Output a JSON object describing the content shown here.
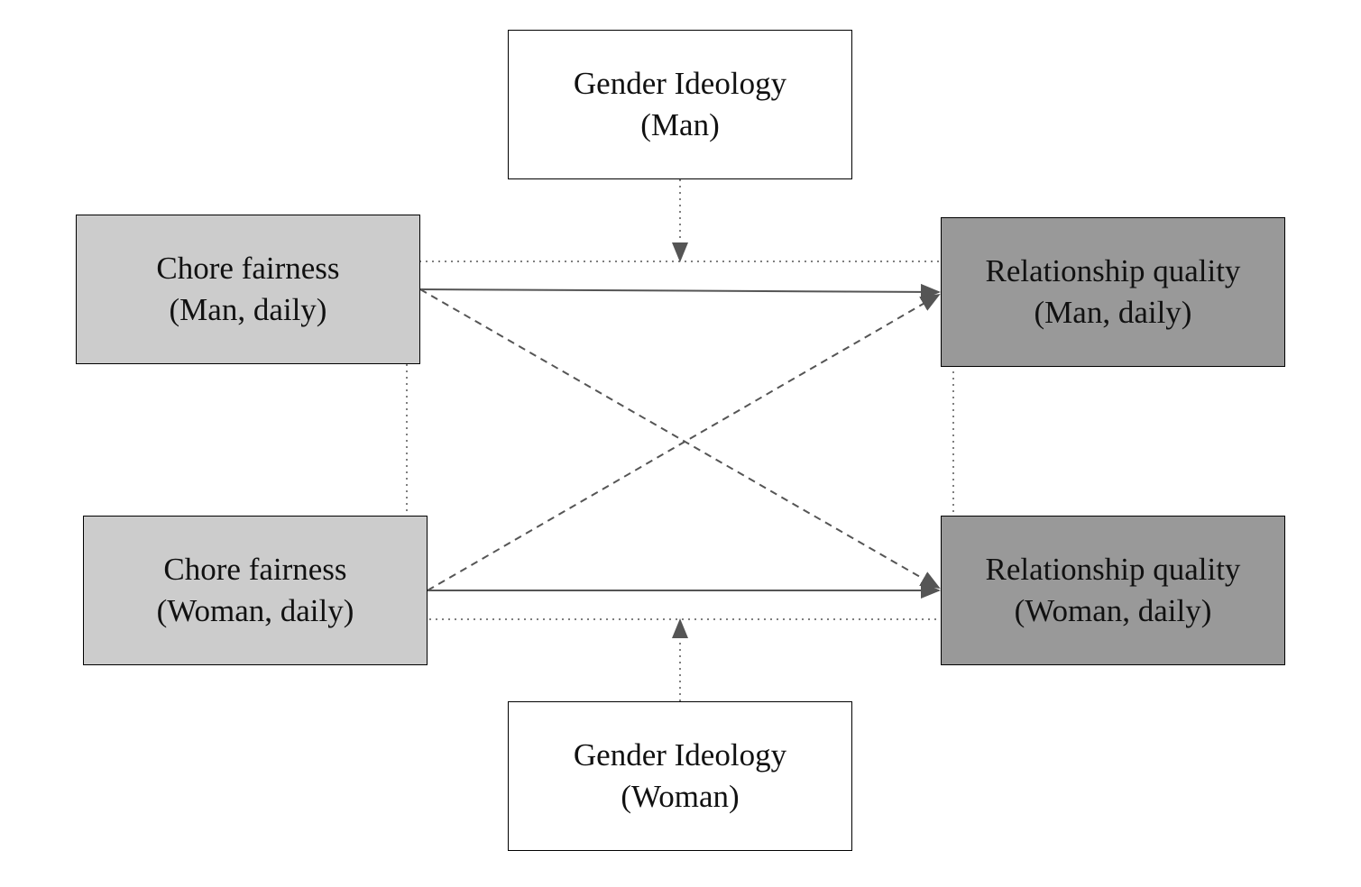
{
  "nodes": {
    "gender_ideology_man": {
      "line1": "Gender Ideology",
      "line2": "(Man)"
    },
    "chore_fairness_man": {
      "line1": "Chore fairness",
      "line2": "(Man, daily)"
    },
    "relationship_quality_man": {
      "line1": "Relationship quality",
      "line2": "(Man, daily)"
    },
    "chore_fairness_woman": {
      "line1": "Chore fairness",
      "line2": "(Woman, daily)"
    },
    "relationship_quality_woman": {
      "line1": "Relationship quality",
      "line2": "(Woman, daily)"
    },
    "gender_ideology_woman": {
      "line1": "Gender Ideology",
      "line2": "(Woman)"
    }
  },
  "colors": {
    "predictor_fill": "#cccccc",
    "outcome_fill": "#999999",
    "moderator_fill": "#ffffff",
    "arrow": "#555555",
    "moderation_frame": "#555555"
  },
  "edges": [
    {
      "from": "chore_fairness_man",
      "to": "relationship_quality_man",
      "style": "solid"
    },
    {
      "from": "chore_fairness_woman",
      "to": "relationship_quality_woman",
      "style": "solid"
    },
    {
      "from": "chore_fairness_man",
      "to": "relationship_quality_woman",
      "style": "dashed"
    },
    {
      "from": "chore_fairness_woman",
      "to": "relationship_quality_man",
      "style": "dashed"
    },
    {
      "from": "gender_ideology_man",
      "to": "moderation_frame",
      "style": "dotted"
    },
    {
      "from": "gender_ideology_woman",
      "to": "moderation_frame",
      "style": "dotted"
    }
  ]
}
